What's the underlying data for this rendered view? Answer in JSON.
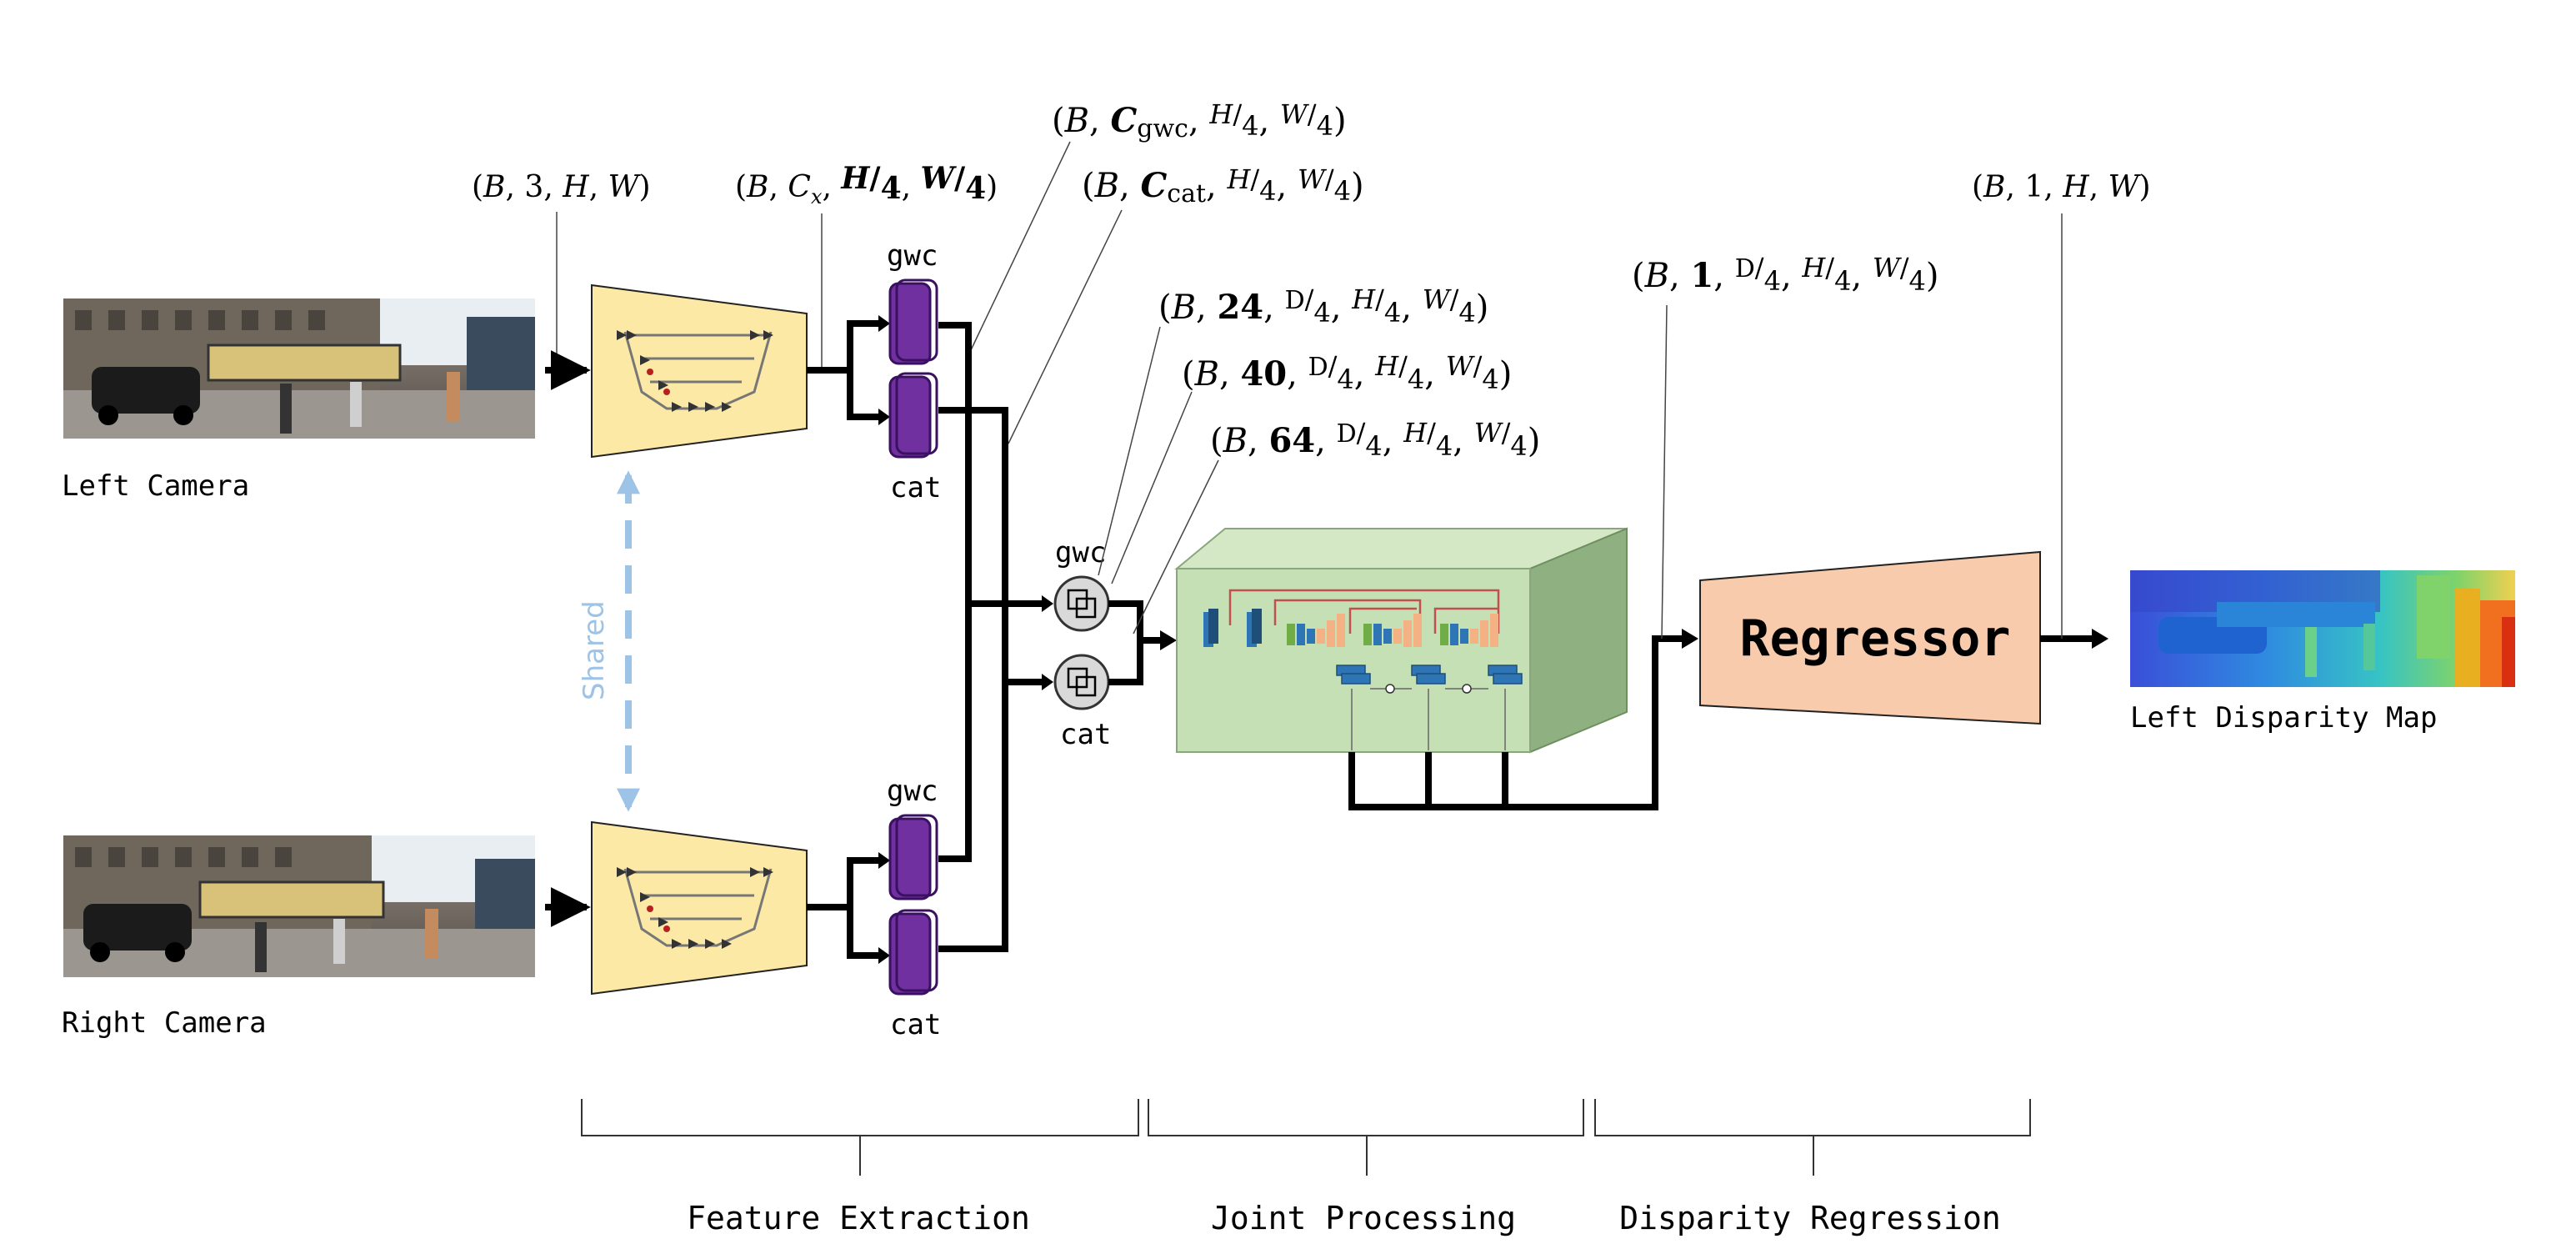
{
  "inputs": {
    "left_camera": "Left Camera",
    "right_camera": "Right Camera"
  },
  "shared_label": "Shared",
  "feature_labels": {
    "gwc_top": "gwc",
    "cat_top": "cat",
    "gwc_bottom": "gwc",
    "cat_bottom": "cat",
    "gwc_volume": "gwc",
    "cat_volume": "cat"
  },
  "shapes": {
    "input": {
      "B": "B",
      "C": "3",
      "H": "H",
      "W": "W"
    },
    "feature": {
      "B": "B",
      "C": "C",
      "C_sub": "x",
      "H": "H",
      "W": "W",
      "div": "4"
    },
    "gwc": {
      "B": "B",
      "C": "C",
      "C_sub": "gwc",
      "H": "H",
      "W": "W",
      "div": "4"
    },
    "cat": {
      "B": "B",
      "C": "C",
      "C_sub": "cat",
      "H": "H",
      "W": "W",
      "div": "4"
    },
    "volume_24": {
      "B": "B",
      "C": "24",
      "D": "D",
      "H": "H",
      "W": "W",
      "div": "4"
    },
    "volume_40": {
      "B": "B",
      "C": "40",
      "D": "D",
      "H": "H",
      "W": "W",
      "div": "4"
    },
    "volume_64": {
      "B": "B",
      "C": "64",
      "D": "D",
      "H": "H",
      "W": "W",
      "div": "4"
    },
    "cost": {
      "B": "B",
      "C": "1",
      "D": "D",
      "H": "H",
      "W": "W",
      "div": "4"
    },
    "output": {
      "B": "B",
      "C": "1",
      "H": "H",
      "W": "W"
    }
  },
  "regressor_label": "Regressor",
  "output_label": "Left Disparity Map",
  "stages": {
    "feature_extraction": "Feature Extraction",
    "joint_processing": "Joint Processing",
    "disparity_regression": "Disparity Regression"
  },
  "colors": {
    "encoder_fill": "#fde9a6",
    "feature_purple": "#7030a0",
    "volume_green": "#c5e0b4",
    "volume_green_dark": "#8fb080",
    "regressor_fill": "#f8cbad",
    "shared_blue": "#9dc3e6",
    "block_blue": "#2e75b6",
    "block_peach": "#f4b183",
    "block_green": "#70ad47"
  }
}
